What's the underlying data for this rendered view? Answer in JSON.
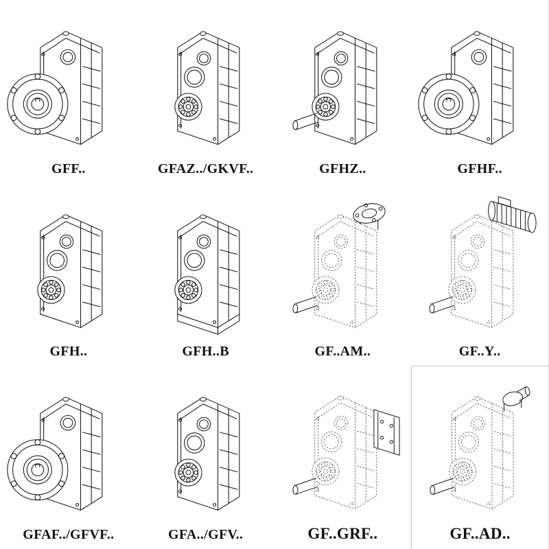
{
  "page": {
    "background": "#ffffff",
    "line_color": "#1b1b1b",
    "dashed_line_color": "#4f4f4f"
  },
  "cells": [
    {
      "label": "GFF..",
      "drawing": "gearbox-flange-mounted-drawing"
    },
    {
      "label": "GFAZ../GKVF..",
      "drawing": "gearbox-hollow-shaft-drawing"
    },
    {
      "label": "GFHZ..",
      "drawing": "gearbox-solid-shaft-drawing"
    },
    {
      "label": "GFHF..",
      "drawing": "gearbox-flange-mounted-drawing"
    },
    {
      "label": "GFH..",
      "drawing": "gearbox-hollow-shaft-drawing"
    },
    {
      "label": "GFH..B",
      "drawing": "gearbox-foot-mounted-drawing"
    },
    {
      "label": "GF..AM..",
      "drawing": "gearbox-iec-motor-flange-drawing"
    },
    {
      "label": "GF..Y..",
      "drawing": "gearbox-with-motor-drawing"
    },
    {
      "label": "GFAF../GFVF..",
      "drawing": "gearbox-flange-mounted-drawing"
    },
    {
      "label": "GFA../GFV..",
      "drawing": "gearbox-hollow-shaft-drawing"
    },
    {
      "label": "GF..GRF..",
      "drawing": "gearbox-shaft-plate-drawing"
    },
    {
      "label": "GF..AD..",
      "drawing": "gearbox-input-adapter-drawing"
    }
  ]
}
